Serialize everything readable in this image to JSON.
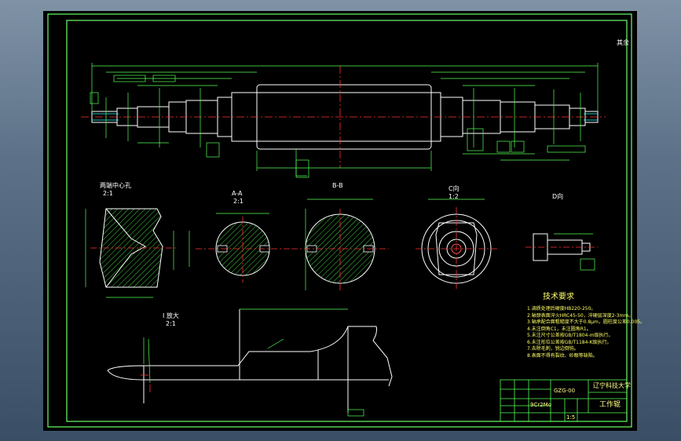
{
  "drawing": {
    "roughness_mark": "其余",
    "views": {
      "detail_center_hole": {
        "title": "两端中心孔",
        "scale": "2:1"
      },
      "section_a": {
        "title": "A-A",
        "scale": "2:1"
      },
      "section_b": {
        "title": "B-B"
      },
      "view_c": {
        "title": "C向",
        "scale": "1:2"
      },
      "view_d": {
        "title": "D向"
      },
      "detail_i": {
        "title": "I 放大",
        "scale": "2:1"
      }
    },
    "tech_requirements": {
      "title": "技术要求",
      "items": [
        "1.调质处理后硬度HB220-250。",
        "2.轴颈表面淬火HRC45-50，淬硬层深度2-3mm。",
        "3.轴承配合面粗糙度不大于0.8μm，圆柱度公差0.005。",
        "4.未注倒角C1，未注圆角R1。",
        "5.未注尺寸公差按GB/T1804-m级执行。",
        "6.未注形位公差按GB/T1184-K级执行。",
        "7.去除毛刺，锐边倒钝。",
        "8.表面不得有裂纹、砂眼等缺陷。"
      ]
    },
    "title_block": {
      "university": "辽宁科技大学",
      "part_name": "工作辊",
      "drawing_no": "GZG-00",
      "material": "9Cr2Mo",
      "scale": "1:5"
    }
  }
}
